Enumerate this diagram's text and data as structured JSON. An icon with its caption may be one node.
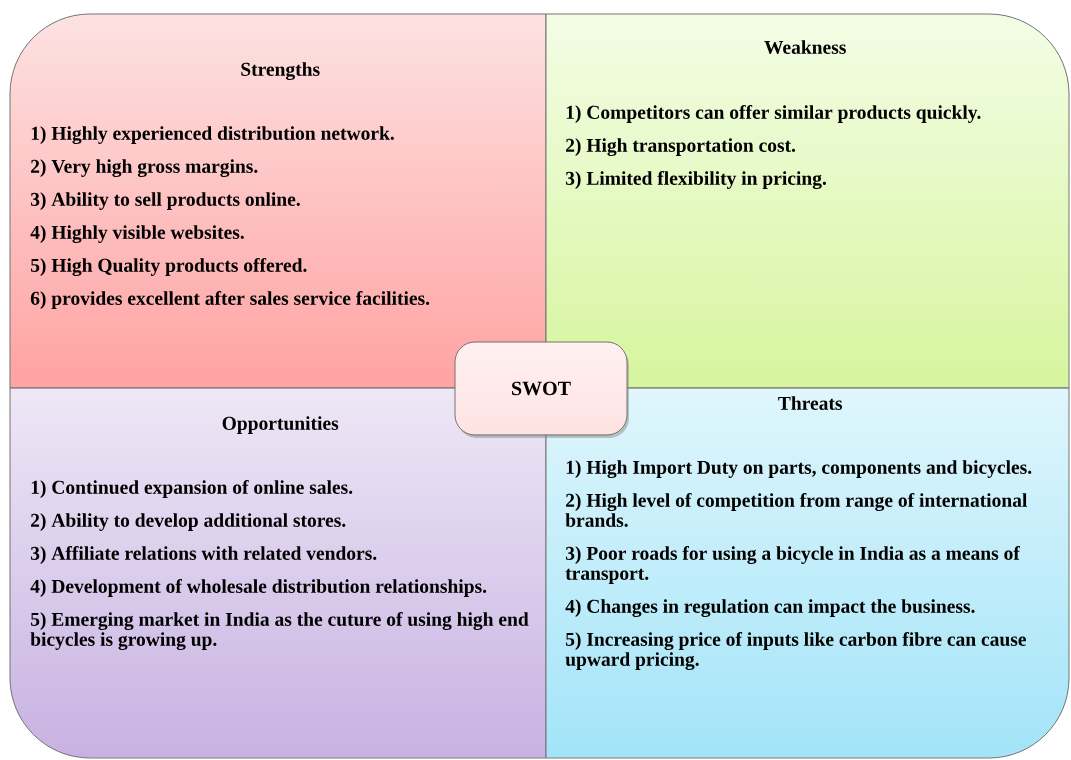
{
  "diagram": {
    "nodes": [
      {
        "text": [
          "Strengths",
          "1) Highly experienced distribution network.",
          "2) Very high gross margins.",
          "3) Ability to sell products online.",
          "4) Highly visible websites.",
          "5) High Quality products offered.",
          "6) provides excellent after sales service facilities."
        ]
      },
      {
        "text": [
          "Weakness",
          "1) Competitors can offer similar products quickly.",
          "2) High transportation cost.",
          "3) Limited flexibility in pricing."
        ]
      },
      {
        "text": [
          "SWOT"
        ]
      },
      {
        "text": [
          "Opportunities",
          "1) Continued expansion of online sales.",
          "2) Ability to develop additional stores.",
          "3) Affiliate relations with related vendors.",
          "4) Development of wholesale distribution relationships.",
          "5) Emerging market in India as the cuture of using high end bicycles is growing up."
        ]
      },
      {
        "text": [
          "Threats",
          "1) High Import Duty on parts, components and bicycles.",
          "2) High level of competition from range of international brands.",
          "3) Poor roads for using a bicycle in India as a means of transport.",
          "4) Changes in regulation can impact the business.",
          "5) Increasing price of inputs like carbon fibre can cause upward pricing."
        ]
      }
    ]
  }
}
